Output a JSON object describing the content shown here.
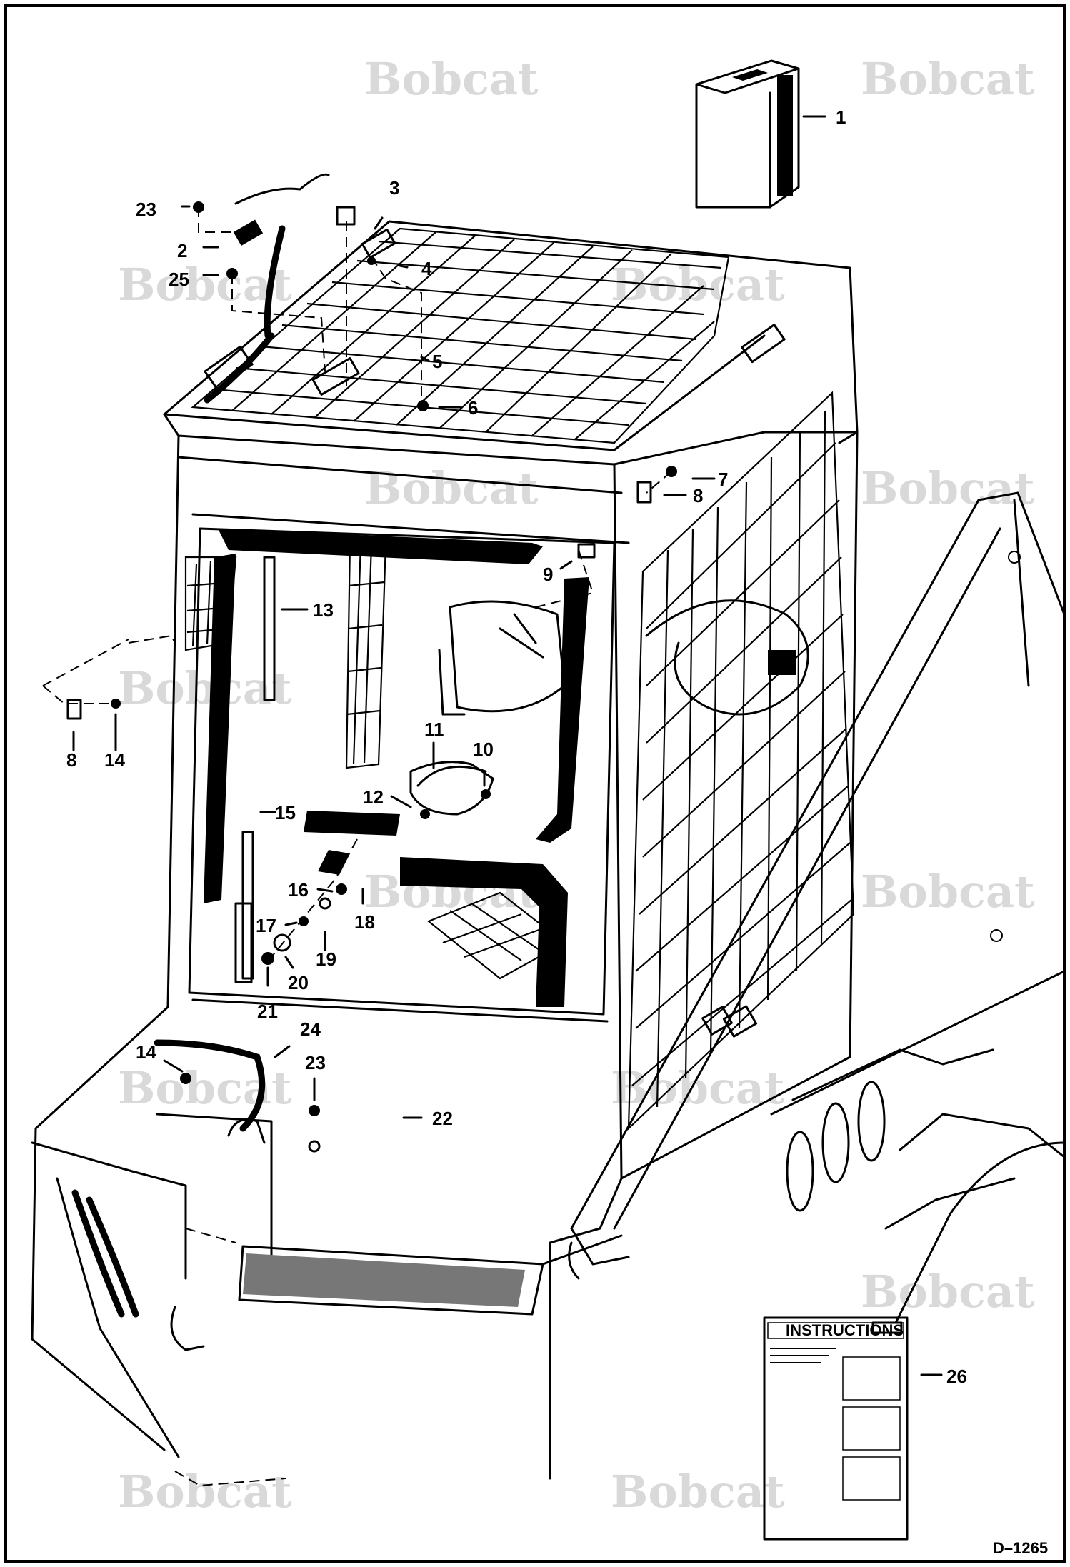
{
  "diagram": {
    "watermark_text": "Bobcat",
    "drawing_code": "D–1265",
    "callouts": {
      "c1": "1",
      "c2": "2",
      "c3": "3",
      "c4": "4",
      "c5": "5",
      "c6": "6",
      "c7": "7",
      "c8a": "8",
      "c8b": "8",
      "c9": "9",
      "c10": "10",
      "c11": "11",
      "c12": "12",
      "c13": "13",
      "c14a": "14",
      "c14b": "14",
      "c15": "15",
      "c16": "16",
      "c17": "17",
      "c18": "18",
      "c19": "19",
      "c20": "20",
      "c21": "21",
      "c22": "22",
      "c23a": "23",
      "c23b": "23",
      "c24": "24",
      "c25": "25",
      "c26": "26"
    },
    "instruction_sheet_title": "INSTRUCTIONS"
  }
}
